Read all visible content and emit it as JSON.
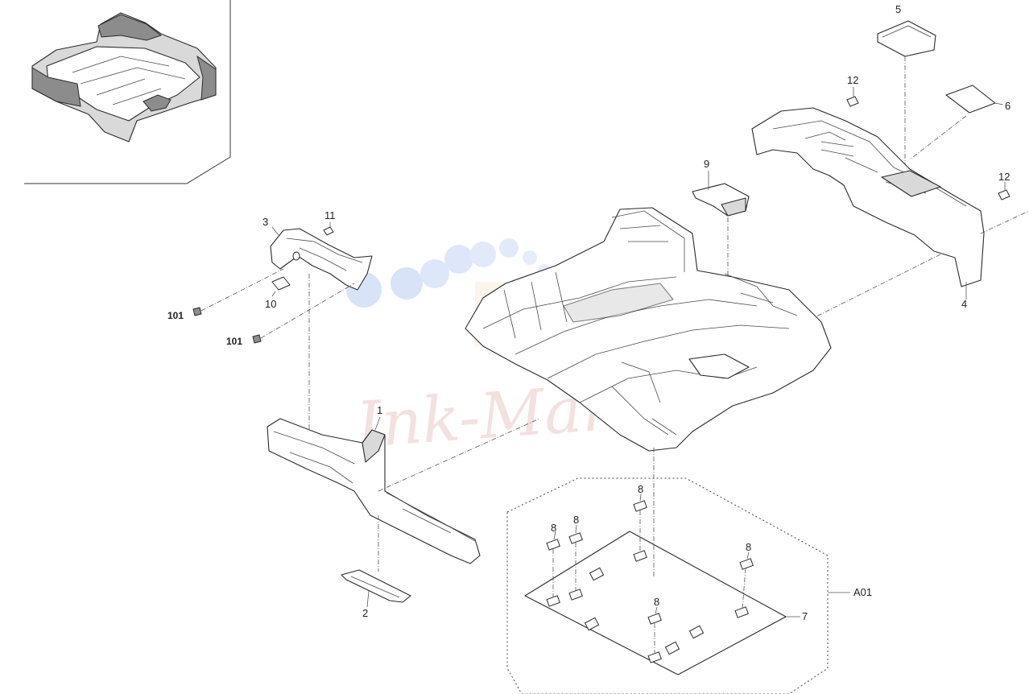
{
  "diagram": {
    "watermark_text": "Ink-Market",
    "labels": {
      "p1": "1",
      "p2": "2",
      "p3": "3",
      "p4": "4",
      "p5": "5",
      "p6": "6",
      "p7": "7",
      "p8a": "8",
      "p8b": "8",
      "p8c": "8",
      "p8d": "8",
      "p8e": "8",
      "p9": "9",
      "p10": "10",
      "p11": "11",
      "p12a": "12",
      "p12b": "12",
      "p101a": "101",
      "p101b": "101",
      "a01": "A01"
    }
  }
}
